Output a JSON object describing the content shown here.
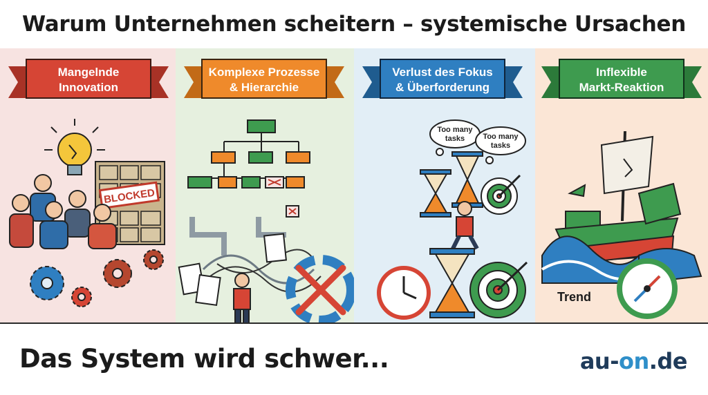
{
  "title": "Warum Unternehmen scheitern – systemische Ursachen",
  "panels": [
    {
      "label_line1": "Mangelnde",
      "label_line2": "Innovation",
      "ribbon_color": "#d64535",
      "background": "#f7e3e1",
      "stamp_text": "BLOCKED"
    },
    {
      "label_line1": "Komplexe Prozesse",
      "label_line2": "& Hierarchie",
      "ribbon_color": "#ef8a2b",
      "background": "#e6f0df"
    },
    {
      "label_line1": "Verlust des Fokus",
      "label_line2": "& Überforderung",
      "ribbon_color": "#2f7fc1",
      "background": "#e2eef6",
      "bubble1_line1": "Too many",
      "bubble1_line2": "tasks",
      "bubble2_line1": "Too many",
      "bubble2_line2": "tasks"
    },
    {
      "label_line1": "Inflexible",
      "label_line2": "Markt-Reaktion",
      "ribbon_color": "#3e9b4f",
      "background": "#fbe6d6",
      "annotation": "Trend"
    }
  ],
  "footer": {
    "slogan": "Das System wird schwer...",
    "brand_part1": "au-",
    "brand_part2": "on",
    "brand_part3": ".de"
  },
  "icons": [
    "lightbulb-icon",
    "gear-icon",
    "org-chart-icon",
    "pipes-icon",
    "shop-icon",
    "hourglass-icon",
    "target-icon",
    "clock-icon",
    "ship-icon",
    "compass-icon"
  ]
}
